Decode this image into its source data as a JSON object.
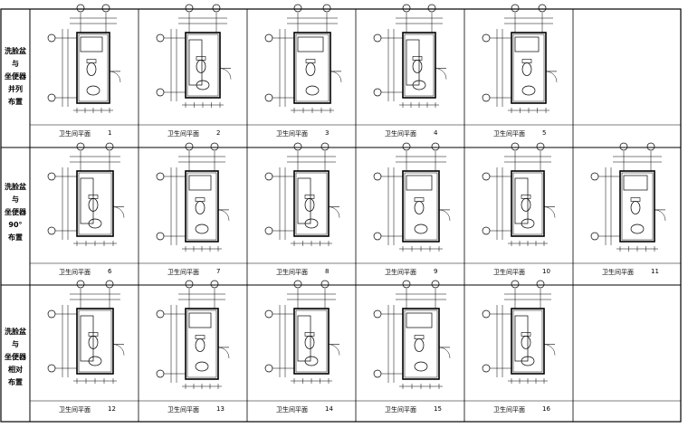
{
  "rows": [
    {
      "label": "洗脸盆\n与\n坐便器\n并列\n布置"
    },
    {
      "label": "洗脸盆\n与\n坐便器\n90°\n布置"
    },
    {
      "label": "洗脸盆\n与\n坐便器\n相对\n布置"
    }
  ],
  "plans": [
    {
      "caption": "卫生间平面",
      "num": "1"
    },
    {
      "caption": "卫生间平面",
      "num": "2"
    },
    {
      "caption": "卫生间平面",
      "num": "3"
    },
    {
      "caption": "卫生间平面",
      "num": "4"
    },
    {
      "caption": "卫生间平面",
      "num": "5"
    },
    {
      "caption": "卫生间平面",
      "num": "6"
    },
    {
      "caption": "卫生间平面",
      "num": "7"
    },
    {
      "caption": "卫生间平面",
      "num": "8"
    },
    {
      "caption": "卫生间平面",
      "num": "9"
    },
    {
      "caption": "卫生间平面",
      "num": "10"
    },
    {
      "caption": "卫生间平面",
      "num": "11"
    },
    {
      "caption": "卫生间平面",
      "num": "12"
    },
    {
      "caption": "卫生间平面",
      "num": "13"
    },
    {
      "caption": "卫生间平面",
      "num": "14"
    },
    {
      "caption": "卫生间平面",
      "num": "15"
    },
    {
      "caption": "卫生间平面",
      "num": "16"
    }
  ],
  "colors": {
    "line": "#000000",
    "background": "#ffffff"
  }
}
